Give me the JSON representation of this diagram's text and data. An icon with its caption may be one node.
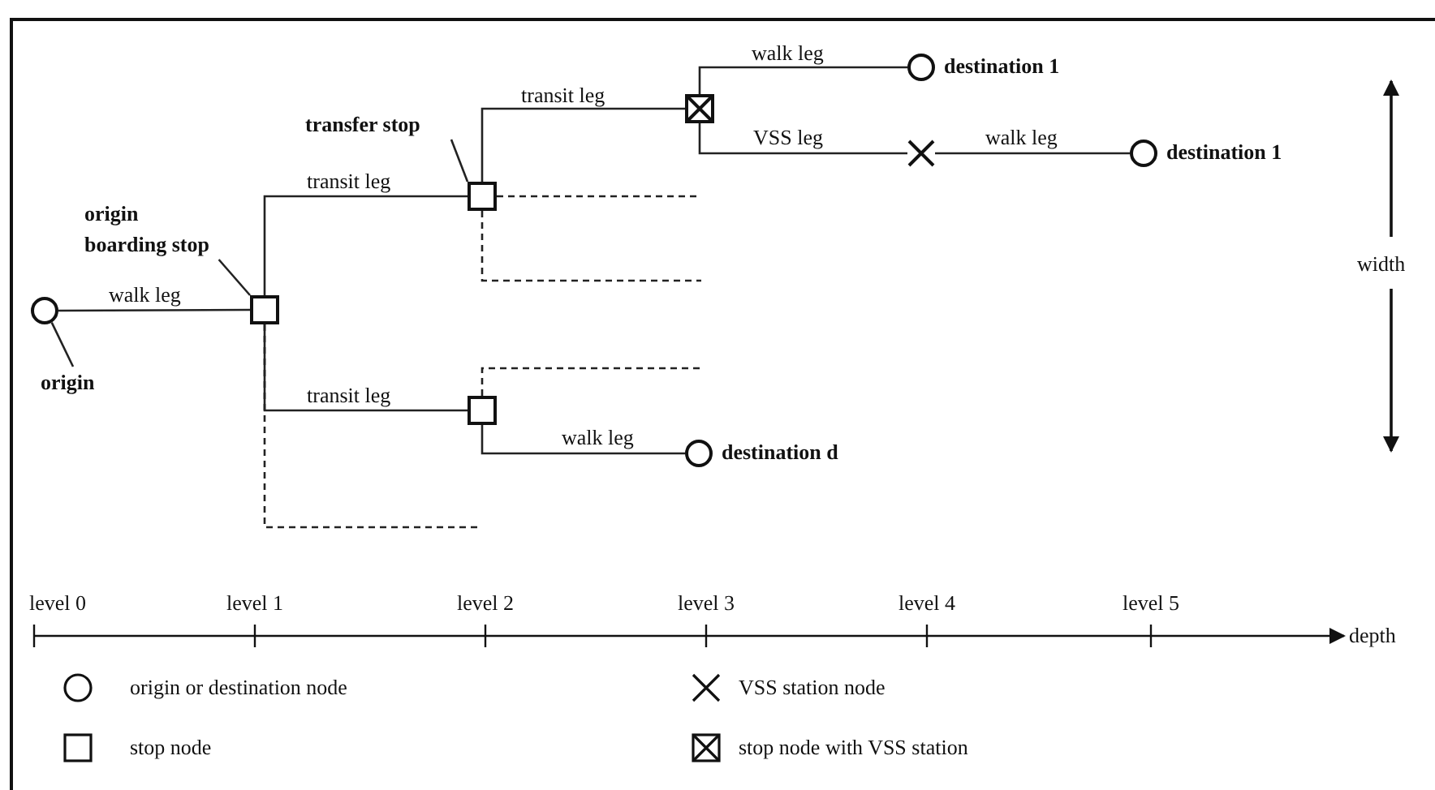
{
  "diagram": {
    "nodes": [
      {
        "text": [],
        "shape": "circle"
      },
      {
        "text": [],
        "shape": "box"
      },
      {
        "text": [],
        "shape": "box"
      },
      {
        "text": [],
        "shape": "crossed-box"
      },
      {
        "text": [],
        "shape": "circle",
        "beside": [
          "destination 1"
        ]
      },
      {
        "text": [],
        "shape": "cross"
      },
      {
        "text": [],
        "shape": "circle",
        "beside": [
          "destination 1"
        ]
      },
      {
        "text": [],
        "shape": "box"
      },
      {
        "text": [],
        "shape": "circle",
        "beside": [
          "destination d"
        ]
      },
      {
        "text": [
          "origin"
        ]
      },
      {
        "text": [
          "origin boarding stop"
        ]
      },
      {
        "text": [
          "transfer stop"
        ]
      }
    ],
    "edges": [
      {
        "from": 0,
        "to": 1,
        "arrow": "none",
        "label": "walk leg"
      },
      {
        "from": 1,
        "to": 2,
        "arrow": "none",
        "label": "transit leg"
      },
      {
        "from": 2,
        "to": 3,
        "arrow": "none",
        "label": "transit leg"
      },
      {
        "from": 3,
        "to": 4,
        "arrow": "none",
        "label": "walk leg"
      },
      {
        "from": 3,
        "to": 5,
        "arrow": "none",
        "label": "VSS leg"
      },
      {
        "from": 5,
        "to": 6,
        "arrow": "none",
        "label": "walk leg"
      },
      {
        "from": 1,
        "to": 7,
        "arrow": "none",
        "label": "transit leg"
      },
      {
        "from": 7,
        "to": 8,
        "arrow": "none",
        "label": "walk leg"
      },
      {
        "from": 2,
        "to": null,
        "arrow": "none",
        "style": "dashed"
      },
      {
        "from": 2,
        "to": null,
        "arrow": "none",
        "style": "dashed"
      },
      {
        "from": 7,
        "to": null,
        "arrow": "none",
        "style": "dashed"
      },
      {
        "from": 1,
        "to": null,
        "arrow": "none",
        "style": "dashed"
      },
      {
        "from": 9,
        "to": 0,
        "arrow": "none"
      },
      {
        "from": 10,
        "to": 1,
        "arrow": "none"
      },
      {
        "from": 11,
        "to": 2,
        "arrow": "none"
      }
    ],
    "labels": [
      "width",
      "level 0",
      "level 1",
      "level 2",
      "level 3",
      "level 4",
      "level 5",
      "depth"
    ],
    "legend": [
      {
        "text": "origin or destination node"
      },
      {
        "text": "VSS station node"
      },
      {
        "text": "stop node"
      },
      {
        "text": "stop node with VSS station"
      }
    ]
  }
}
